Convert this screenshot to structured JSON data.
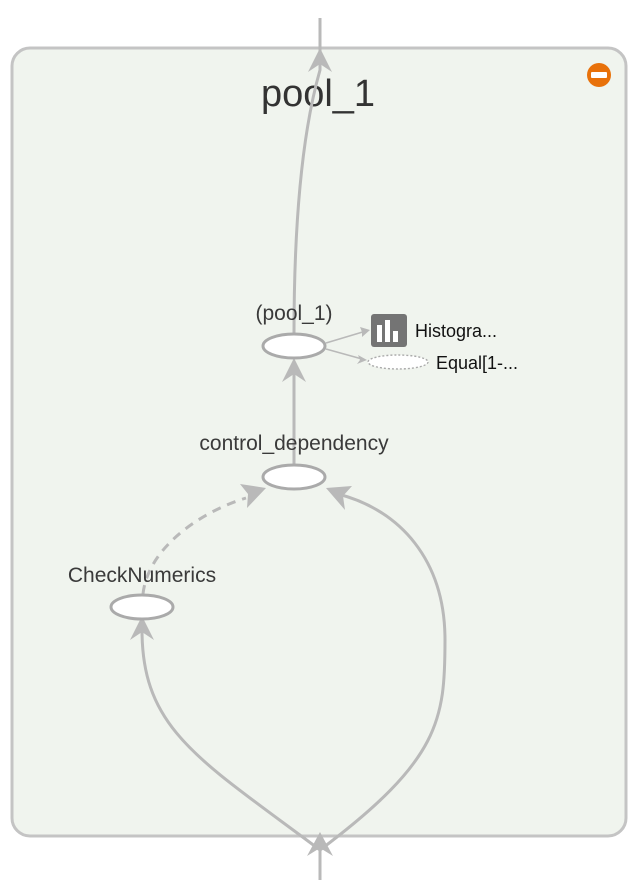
{
  "group": {
    "title": "pool_1",
    "collapse_icon": "minus-circle-icon",
    "background": "#f0f4ee",
    "border": "#c4c4c4",
    "collapse_color": "#e8710a"
  },
  "nodes": {
    "pool_1_op": {
      "label": "(pool_1)"
    },
    "control_dependency": {
      "label": "control_dependency"
    },
    "check_numerics": {
      "label": "CheckNumerics"
    }
  },
  "aux_nodes": {
    "histogram": {
      "label": "Histogra...",
      "icon": "histogram-icon"
    },
    "equal": {
      "label": "Equal[1-..."
    }
  },
  "colors": {
    "edge": "#b9b9b9",
    "node_stroke": "#aaaaaa",
    "histogram_icon": "#747474"
  }
}
